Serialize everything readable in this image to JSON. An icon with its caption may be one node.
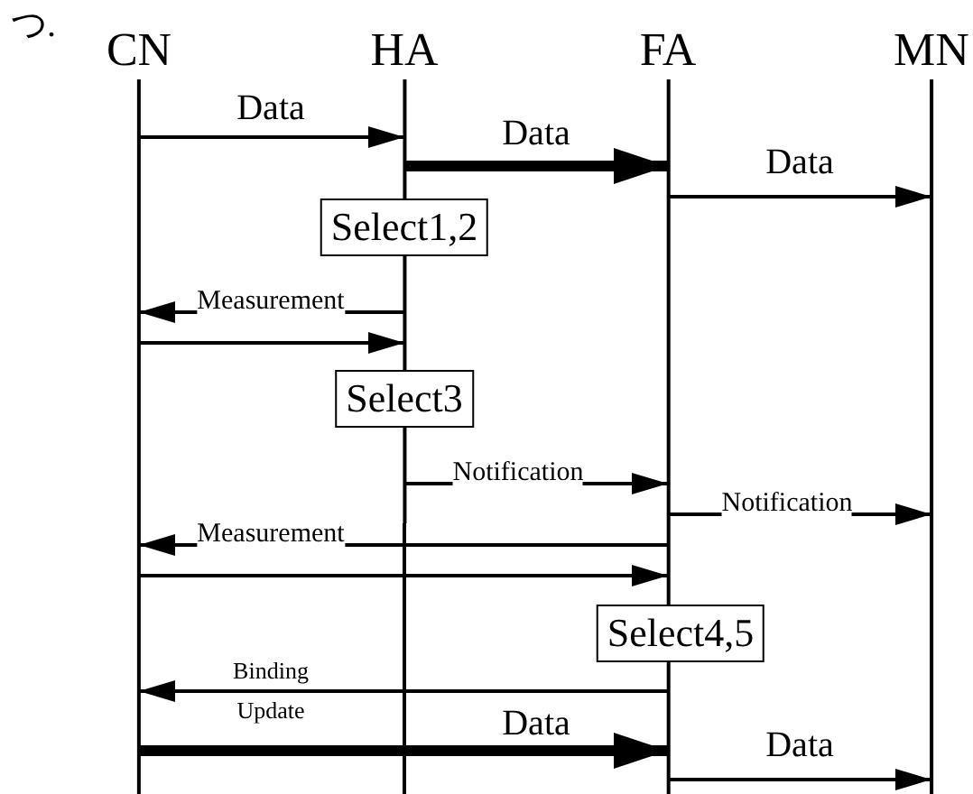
{
  "diagram": {
    "nodes": [
      {
        "text": [
          "CN"
        ]
      },
      {
        "text": [
          "HA"
        ]
      },
      {
        "text": [
          "FA"
        ]
      },
      {
        "text": [
          "MN"
        ]
      },
      {
        "text": [
          "Select1,2"
        ]
      },
      {
        "text": [
          "Select3"
        ]
      },
      {
        "text": [
          "Select4,5"
        ]
      }
    ],
    "edges": [
      {
        "from": 0,
        "to": 1,
        "arrow": "to",
        "label": "Data"
      },
      {
        "from": 1,
        "to": 2,
        "arrow": "to",
        "label": "Data",
        "style": "thick"
      },
      {
        "from": 2,
        "to": 3,
        "arrow": "to",
        "label": "Data"
      },
      {
        "from": 1,
        "to": 0,
        "arrow": "to",
        "label": "Measurement"
      },
      {
        "from": 0,
        "to": 1,
        "arrow": "to"
      },
      {
        "from": 1,
        "to": 2,
        "arrow": "to",
        "label": "Notification"
      },
      {
        "from": 2,
        "to": 3,
        "arrow": "to",
        "label": "Notification"
      },
      {
        "from": 2,
        "to": 0,
        "arrow": "to",
        "label": "Measurement"
      },
      {
        "from": 0,
        "to": 2,
        "arrow": "to"
      },
      {
        "from": 2,
        "to": 0,
        "arrow": "to",
        "label": "Binding Update"
      },
      {
        "from": 0,
        "to": 2,
        "arrow": "to",
        "label": "Data",
        "style": "thick"
      },
      {
        "from": 2,
        "to": 3,
        "arrow": "to",
        "label": "Data"
      }
    ],
    "labels": [
      "つ."
    ]
  }
}
